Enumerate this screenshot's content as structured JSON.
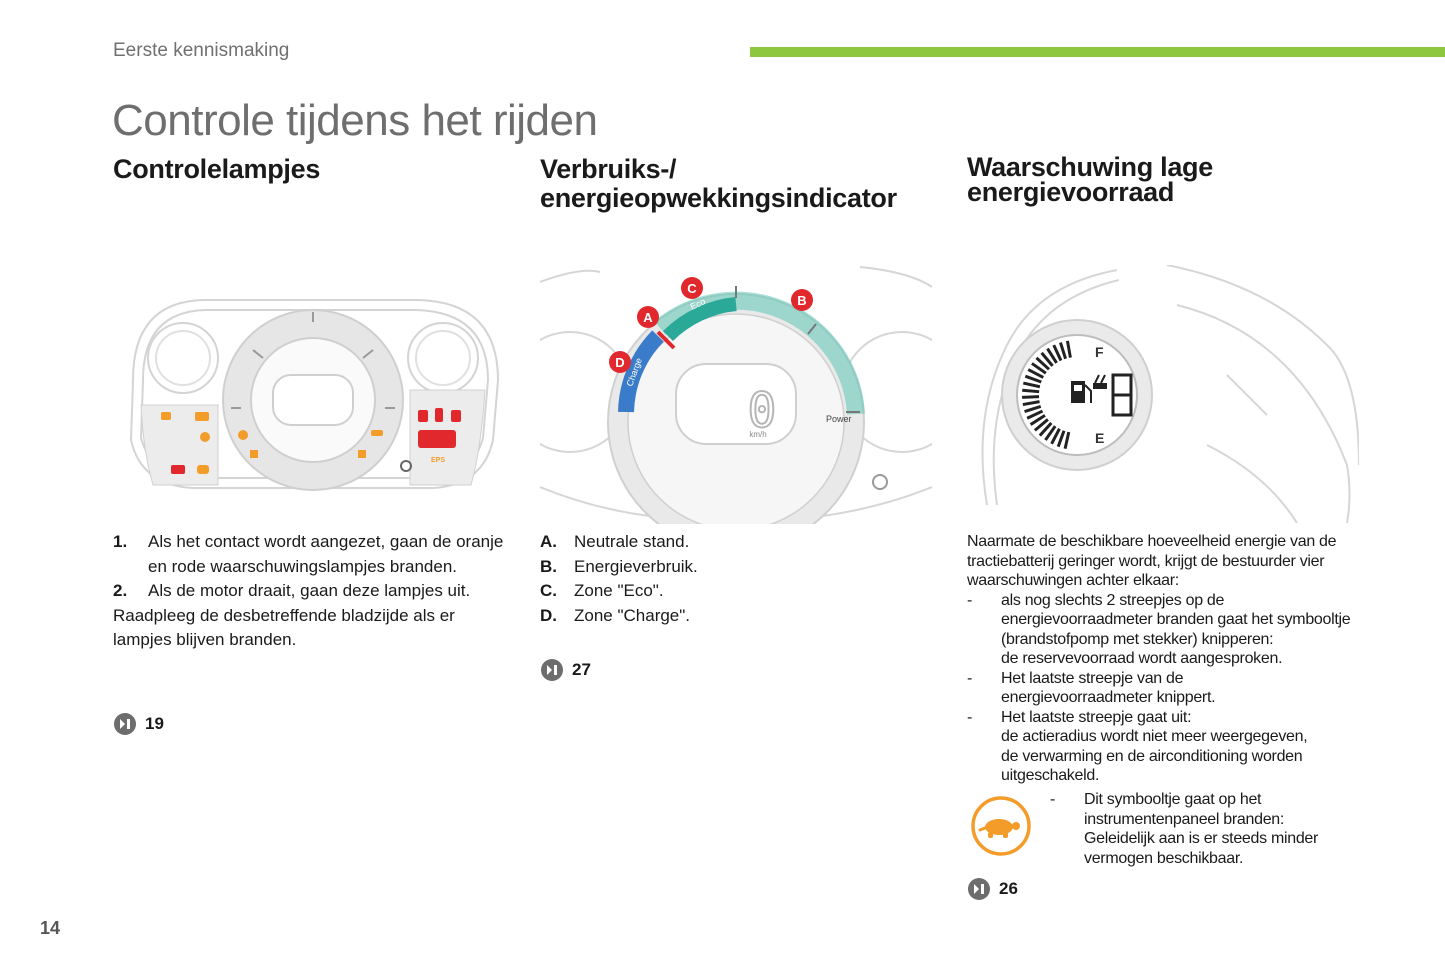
{
  "header": {
    "section_label": "Eerste kennismaking",
    "accent_color": "#8dc63f"
  },
  "page_title": "Controle tijdens het rijden",
  "columns": [
    {
      "heading": "Controlelampjes",
      "items": [
        {
          "marker": "1.",
          "text": "Als het contact wordt aangezet, gaan de oranje en rode waarschuwingslampjes branden."
        },
        {
          "marker": "2.",
          "text": "Als de motor draait, gaan deze lampjes uit."
        }
      ],
      "note": "Raadpleeg de desbetreffende bladzijde als er lampjes blijven branden.",
      "ref": "19"
    },
    {
      "heading_line1": "Verbruiks-/",
      "heading_line2": "energieopwekkingsindicator",
      "gauge_labels": {
        "a": "A",
        "b": "B",
        "c": "C",
        "d": "D",
        "eco": "Eco",
        "charge": "Charge",
        "power": "Power",
        "speed": "0",
        "unit": "km/h"
      },
      "items": [
        {
          "marker": "A.",
          "text": "Neutrale stand."
        },
        {
          "marker": "B.",
          "text": "Energieverbruik."
        },
        {
          "marker": "C.",
          "text": "Zone \"Eco\"."
        },
        {
          "marker": "D.",
          "text": "Zone \"Charge\"."
        }
      ],
      "ref": "27"
    },
    {
      "heading_line1": "Waarschuwing lage",
      "heading_line2": "energievoorraad",
      "gauge_labels": {
        "full": "F",
        "empty": "E"
      },
      "intro": "Naarmate de beschikbare hoeveelheid energie van de tractiebatterij geringer wordt, krijgt de bestuurder vier waarschuwingen achter elkaar:",
      "bullets": [
        {
          "dash": "-",
          "lines": [
            "als nog slechts 2 streepjes op de",
            "energievoorraadmeter branden gaat het symbooltje",
            "(brandstofpomp met stekker) knipperen:",
            "de reservevoorraad wordt aangesproken."
          ]
        },
        {
          "dash": "-",
          "lines": [
            "Het laatste streepje van de",
            "energievoorraadmeter knippert."
          ]
        },
        {
          "dash": "-",
          "lines": [
            "Het laatste streepje gaat uit:",
            "de actieradius wordt niet meer weergegeven,",
            "de verwarming en de airconditioning worden",
            "uitgeschakeld."
          ]
        }
      ],
      "turtle_bullet": {
        "dash": "-",
        "lines": [
          "Dit symbooltje gaat op het",
          "instrumentenpaneel branden:",
          "Geleidelijk aan is er steeds minder",
          "vermogen beschikbaar."
        ]
      },
      "ref": "26"
    }
  ],
  "page_number": "14",
  "colors": {
    "orange": "#f39c2a",
    "red": "#e0282d",
    "teal": "#3cb9a8",
    "blue": "#3a7cc9"
  }
}
